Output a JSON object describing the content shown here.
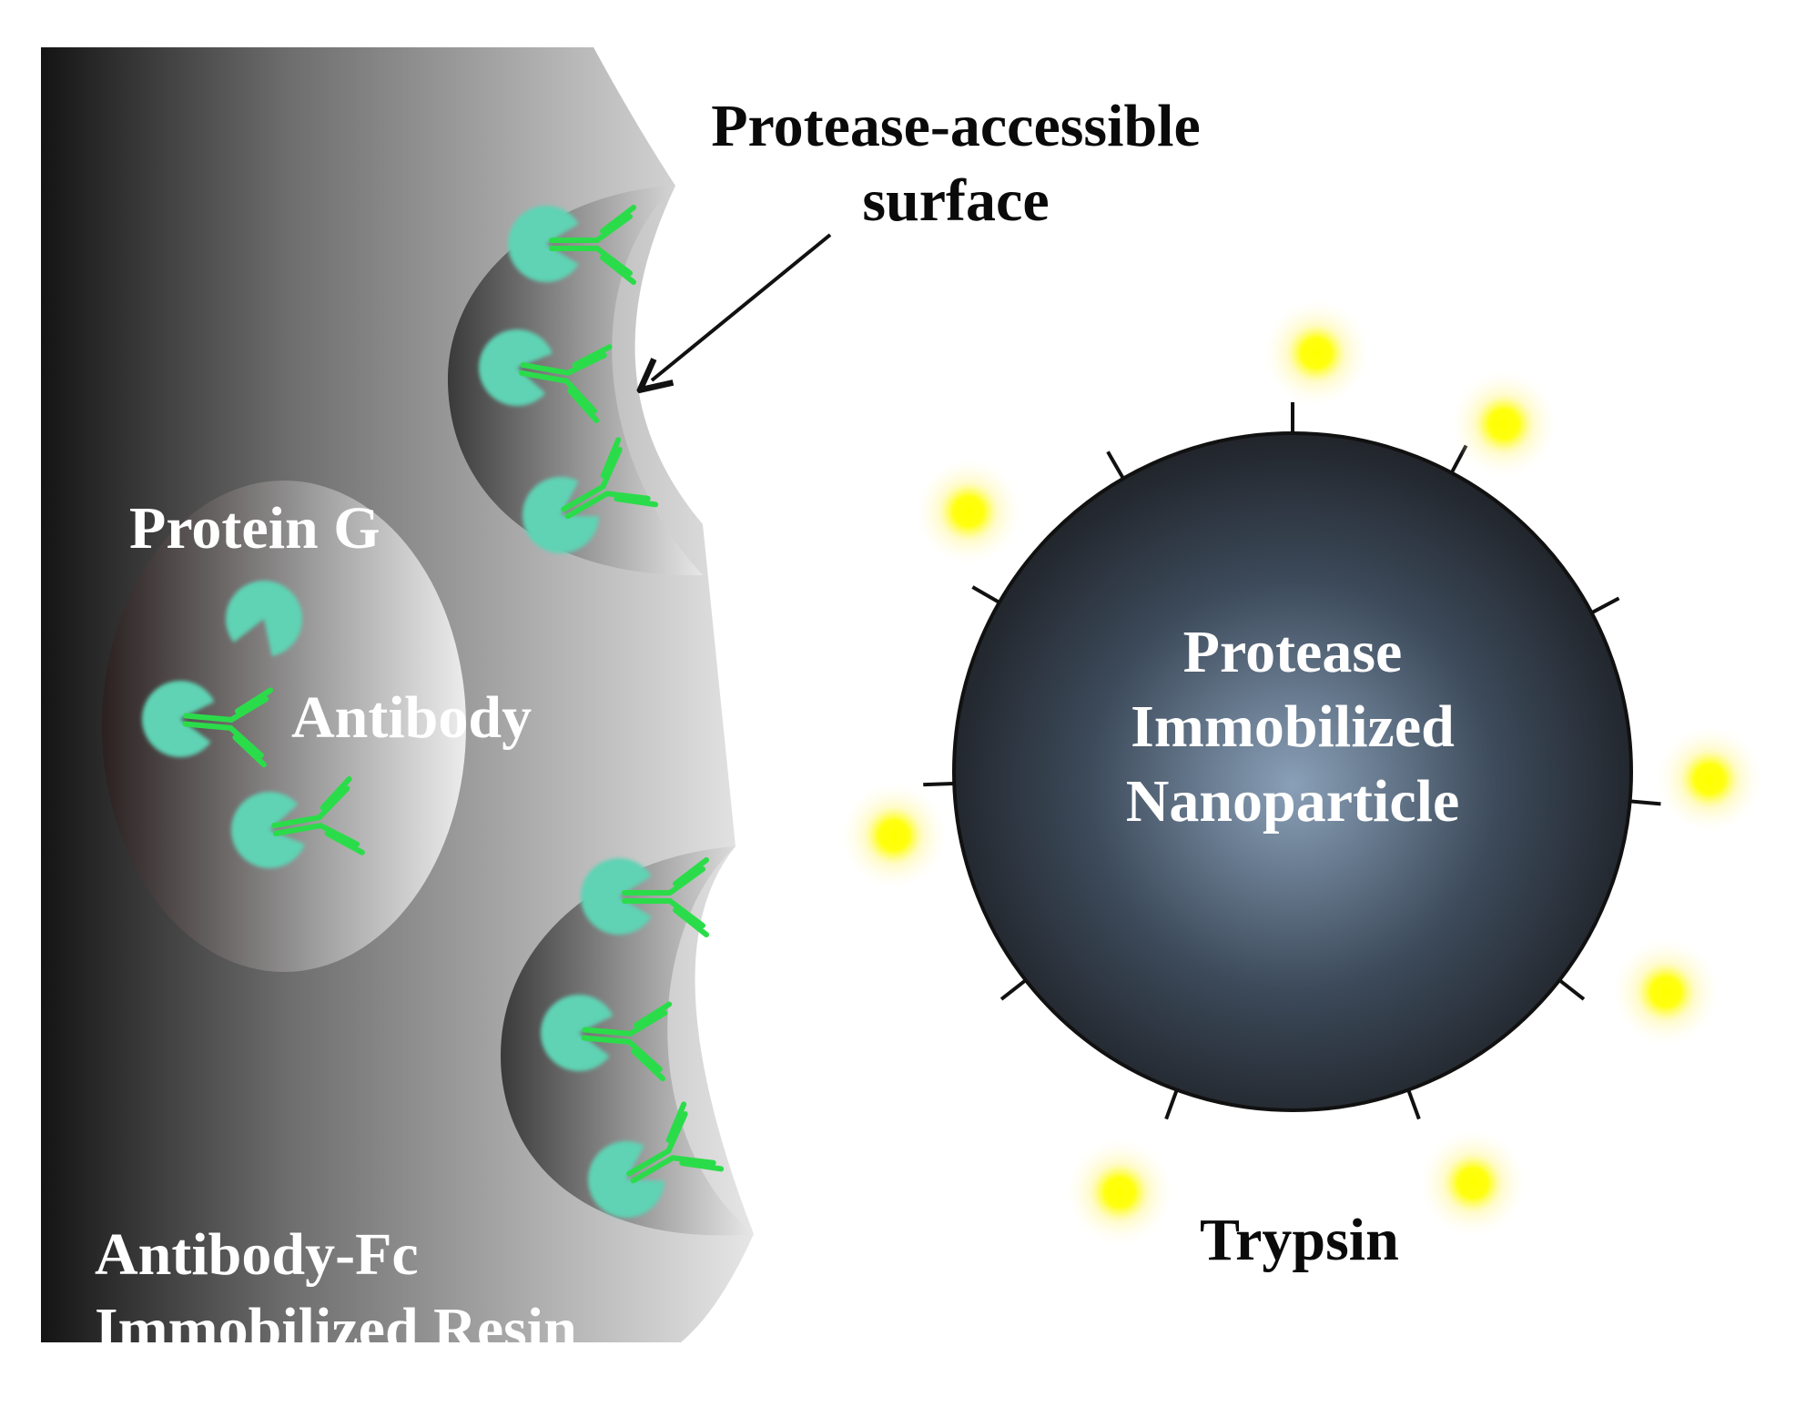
{
  "labels": {
    "accessible_surface": [
      "Protease-accessible",
      "surface"
    ],
    "protein_g": "Protein G",
    "antibody": "Antibody",
    "resin": [
      "Antibody-Fc",
      "Immobilized Resin"
    ],
    "nanoparticle": [
      "Protease",
      "Immobilized",
      "Nanoparticle"
    ],
    "trypsin": "Trypsin"
  },
  "colors": {
    "protein_g": "#5fd3b4",
    "antibody": "#2bdc4a",
    "trypsin": "#ffff00",
    "nanoparticle_core": "#8aa0b8",
    "nanoparticle_edge": "#1d1f24"
  }
}
